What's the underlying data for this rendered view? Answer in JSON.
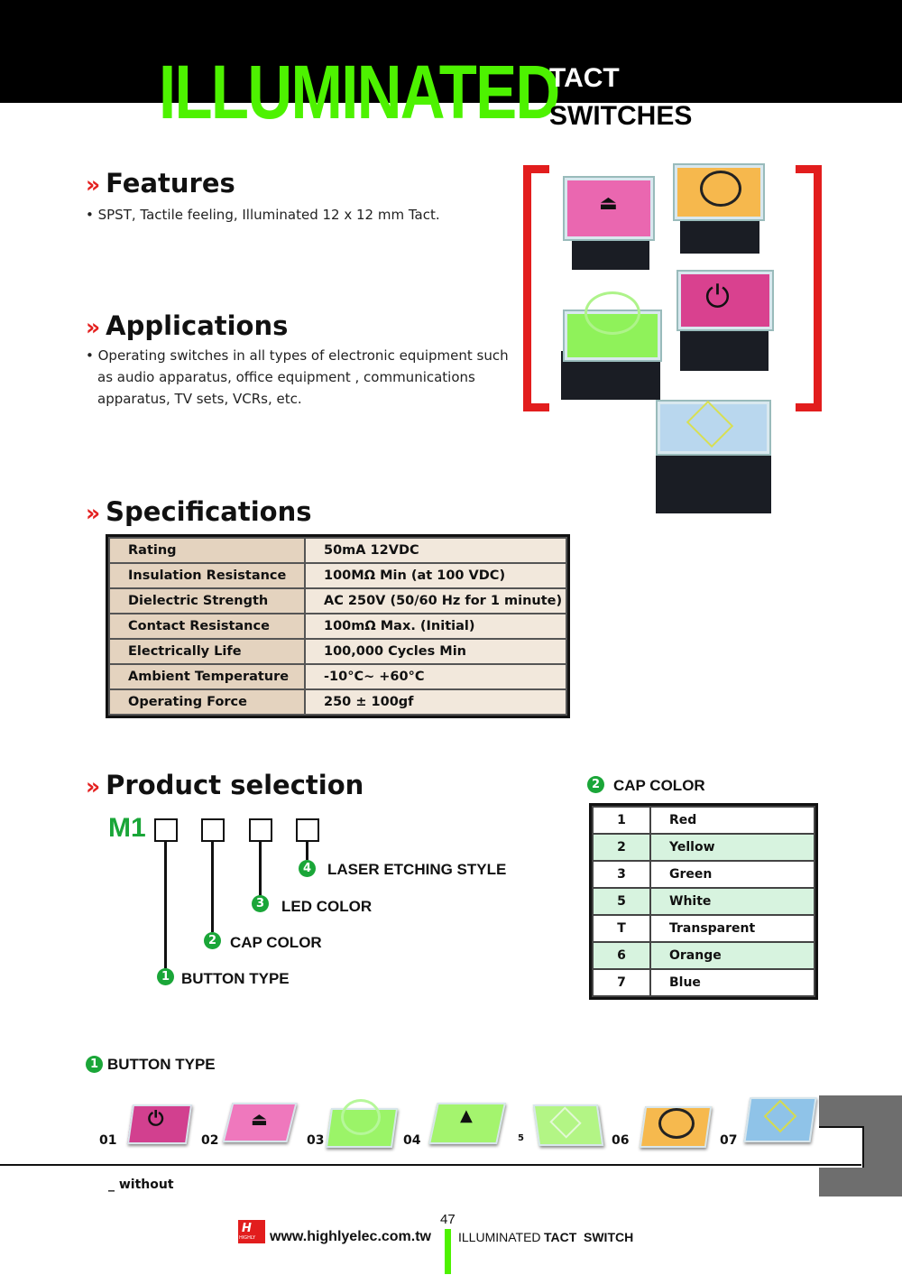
{
  "header": {
    "title_main": "ILLUMINATED",
    "title_sub1": "TACT",
    "title_sub2": "SWITCHES"
  },
  "features": {
    "heading": "Features",
    "items": [
      "• SPST, Tactile feeling, Illuminated 12 x 12 mm Tact."
    ]
  },
  "applications": {
    "heading": "Applications",
    "lines": [
      "• Operating switches in all types of electronic equipment such",
      "as audio apparatus, office equipment , communications",
      "apparatus, TV sets, VCRs, etc."
    ]
  },
  "specifications": {
    "heading": "Specifications",
    "rows": [
      {
        "k": "Rating",
        "v": "50mA 12VDC"
      },
      {
        "k": "Insulation Resistance",
        "v": "100MΩ Min (at 100 VDC)"
      },
      {
        "k": "Dielectric Strength",
        "v": "AC 250V (50/60 Hz for 1 minute)"
      },
      {
        "k": "Contact Resistance",
        "v": "100mΩ Max. (Initial)"
      },
      {
        "k": "Electrically Life",
        "v": "100,000 Cycles Min"
      },
      {
        "k": "Ambient Temperature",
        "v": "-10°C~ +60°C"
      },
      {
        "k": "Operating Force",
        "v": "250 ± 100gf"
      }
    ]
  },
  "product_selection": {
    "heading": "Product selection",
    "prefix": "M1",
    "labels": [
      {
        "n": "4",
        "text": "LASER ETCHING STYLE"
      },
      {
        "n": "3",
        "text": "LED COLOR"
      },
      {
        "n": "2",
        "text": "CAP COLOR"
      },
      {
        "n": "1",
        "text": "BUTTON TYPE"
      }
    ]
  },
  "cap_color": {
    "n": "2",
    "heading": "CAP COLOR",
    "rows": [
      {
        "code": "1",
        "name": "Red"
      },
      {
        "code": "2",
        "name": "Yellow"
      },
      {
        "code": "3",
        "name": "Green"
      },
      {
        "code": "5",
        "name": "White"
      },
      {
        "code": "T",
        "name": "Transparent"
      },
      {
        "code": "6",
        "name": "Orange"
      },
      {
        "code": "7",
        "name": "Blue"
      }
    ]
  },
  "button_type": {
    "n": "1",
    "heading": "BUTTON TYPE",
    "items": [
      "01",
      "02",
      "03",
      "04",
      "5",
      "06",
      "07"
    ],
    "note": "_ without"
  },
  "footer": {
    "page": "47",
    "url": "www.highlyelec.com.tw",
    "label1": "ILLUMINATED",
    "label2": "TACT",
    "label3": "SWITCH",
    "logo_text": "HIGHLY"
  },
  "colors": {
    "accent_green": "#4df200",
    "accent_red": "#e21d1d",
    "badge_green": "#1aa638"
  }
}
